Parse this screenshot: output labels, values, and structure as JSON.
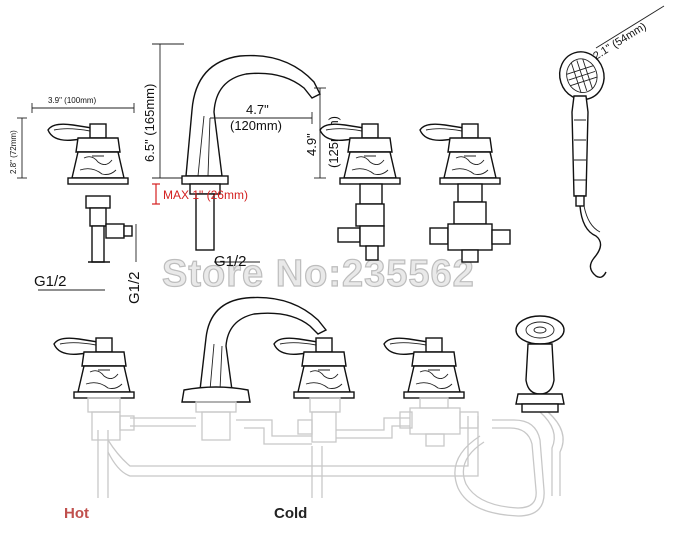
{
  "dimensions": {
    "handle_width": "3.9\" (100mm)",
    "handle_height": "2.8\" (72mm)",
    "spout_height": "6.5\" (165mm)",
    "spout_reach": "4.7\"",
    "spout_reach_mm": "(120mm)",
    "spout_clearance": "4.9\"",
    "spout_clearance_mm": "(125mm)",
    "max_deck": "MAX 1\" (26mm)",
    "thread_left": "G1/2",
    "thread_side": "G1/2",
    "thread_center": "G1/2",
    "shower_head": "2.1\" (54mm)"
  },
  "watermark": "Store No:235562",
  "labels": {
    "hot": "Hot",
    "cold": "Cold"
  },
  "colors": {
    "ink": "#111111",
    "accent_red": "#d42020",
    "hot_label": "#c0504d",
    "pipe": "#c8c8c8",
    "watermark_fill": "#e9e9e9"
  }
}
